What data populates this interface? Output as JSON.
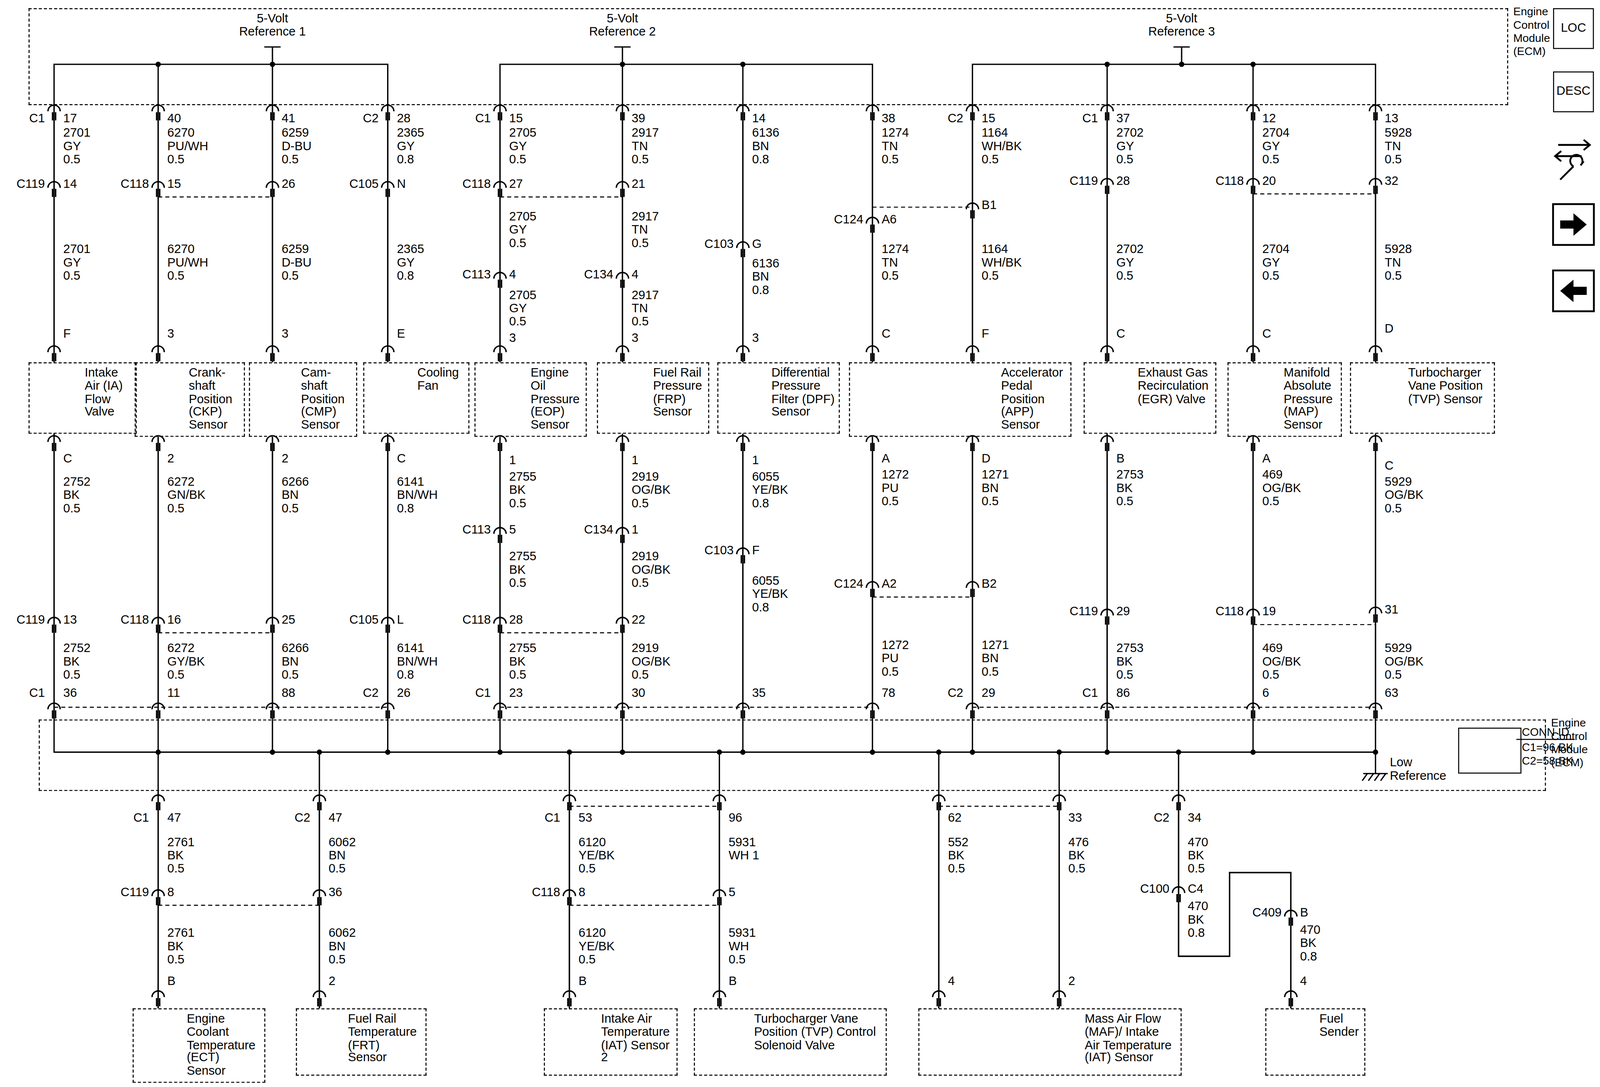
{
  "diagram": {
    "nodes": [
      {
        "text": [
          "Engine Control Module (ECM)"
        ]
      },
      {
        "text": [
          "Intake Air (IA) Flow Valve"
        ]
      },
      {
        "text": [
          "Crank- shaft Position (CKP) Sensor"
        ]
      },
      {
        "text": [
          "Cam- shaft Position (CMP) Sensor"
        ]
      },
      {
        "text": [
          "Cooling Fan"
        ]
      },
      {
        "text": [
          "Engine Oil Pressure (EOP) Sensor"
        ]
      },
      {
        "text": [
          "Fuel Rail Pressure (FRP) Sensor"
        ]
      },
      {
        "text": [
          "Differential Pressure Filter (DPF) Sensor"
        ]
      },
      {
        "text": [
          "Accelerator Pedal Position (APP) Sensor"
        ]
      },
      {
        "text": [
          "Exhaust Gas Recirculation (EGR) Valve"
        ]
      },
      {
        "text": [
          "Manifold Absolute Pressure (MAP) Sensor"
        ]
      },
      {
        "text": [
          "Turbocharger Vane Position (TVP) Sensor"
        ]
      },
      {
        "text": [
          "Engine Control Module (ECM)"
        ]
      },
      {
        "text": [
          "CONN ID",
          "C1=96 BK",
          "C2=58 BK"
        ],
        "in": 12
      },
      {
        "text": [
          "Engine Coolant Temperature (ECT) Sensor"
        ]
      },
      {
        "text": [
          "Fuel Rail Temperature (FRT) Sensor"
        ]
      },
      {
        "text": [
          "Intake Air Temperature (IAT) Sensor 2"
        ]
      },
      {
        "text": [
          "Turbocharger Vane Position (TVP) Control Solenoid Valve"
        ]
      },
      {
        "text": [
          "Mass Air Flow (MAF)/ Intake Air Temperature (IAT) Sensor"
        ]
      },
      {
        "text": [
          "Fuel Sender"
        ]
      },
      {
        "text": [
          "LOC"
        ]
      },
      {
        "text": [
          "DESC"
        ]
      }
    ],
    "edges": [
      {
        "from": 0,
        "to": 1,
        "arrow": "none"
      },
      {
        "from": 0,
        "to": 2,
        "arrow": "none"
      },
      {
        "from": 0,
        "to": 3,
        "arrow": "none"
      },
      {
        "from": 0,
        "to": 4,
        "arrow": "none"
      },
      {
        "from": 0,
        "to": 5,
        "arrow": "none"
      },
      {
        "from": 0,
        "to": 6,
        "arrow": "none"
      },
      {
        "from": 0,
        "to": 7,
        "arrow": "none"
      },
      {
        "from": 0,
        "to": 8,
        "arrow": "none"
      },
      {
        "from": 0,
        "to": 8,
        "arrow": "none"
      },
      {
        "from": 0,
        "to": 9,
        "arrow": "none"
      },
      {
        "from": 0,
        "to": 10,
        "arrow": "none"
      },
      {
        "from": 0,
        "to": 11,
        "arrow": "none"
      },
      {
        "from": 1,
        "to": 12,
        "arrow": "none"
      },
      {
        "from": 2,
        "to": 12,
        "arrow": "none"
      },
      {
        "from": 3,
        "to": 12,
        "arrow": "none"
      },
      {
        "from": 4,
        "to": 12,
        "arrow": "none"
      },
      {
        "from": 5,
        "to": 12,
        "arrow": "none"
      },
      {
        "from": 6,
        "to": 12,
        "arrow": "none"
      },
      {
        "from": 7,
        "to": 12,
        "arrow": "none"
      },
      {
        "from": 8,
        "to": 12,
        "arrow": "none"
      },
      {
        "from": 8,
        "to": 12,
        "arrow": "none"
      },
      {
        "from": 9,
        "to": 12,
        "arrow": "none"
      },
      {
        "from": 10,
        "to": 12,
        "arrow": "none"
      },
      {
        "from": 11,
        "to": 12,
        "arrow": "none"
      },
      {
        "from": 12,
        "to": 14,
        "arrow": "none"
      },
      {
        "from": 12,
        "to": 15,
        "arrow": "none"
      },
      {
        "from": 12,
        "to": 16,
        "arrow": "none"
      },
      {
        "from": 12,
        "to": 17,
        "arrow": "none"
      },
      {
        "from": 12,
        "to": 18,
        "arrow": "none"
      },
      {
        "from": 12,
        "to": 18,
        "arrow": "none"
      },
      {
        "from": 12,
        "to": 19,
        "arrow": "none"
      }
    ],
    "labels": [
      "5-Volt Reference 1",
      "5-Volt Reference 2",
      "5-Volt Reference 3",
      "C1",
      "17",
      "2701 GY 0.5",
      "C119",
      "14",
      "2701 GY 0.5",
      "F",
      "C",
      "2752 BK 0.5",
      "C119",
      "13",
      "2752 BK 0.5",
      "C1",
      "36",
      "40",
      "6270 PU/WH 0.5",
      "C118",
      "15",
      "6270 PU/WH 0.5",
      "3",
      "2",
      "6272 GN/BK 0.5",
      "C118",
      "16",
      "6272 GY/BK 0.5",
      "11",
      "41",
      "6259 D-BU 0.5",
      "26",
      "6259 D-BU 0.5",
      "3",
      "2",
      "6266 BN 0.5",
      "25",
      "6266 BN 0.5",
      "88",
      "C2",
      "28",
      "2365 GY 0.8",
      "C105",
      "N",
      "2365 GY 0.8",
      "E",
      "C",
      "6141 BN/WH 0.8",
      "C105",
      "L",
      "6141 BN/WH 0.8",
      "C2",
      "26",
      "C1",
      "15",
      "2705 GY 0.5",
      "C118",
      "27",
      "2705 GY 0.5",
      "C113",
      "4",
      "2705 GY 0.5",
      "3",
      "1",
      "2755 BK 0.5",
      "C113",
      "5",
      "2755 BK 0.5",
      "C118",
      "28",
      "2755 BK 0.5",
      "C1",
      "23",
      "39",
      "2917 TN 0.5",
      "21",
      "2917 TN 0.5",
      "C134",
      "4",
      "2917 TN 0.5",
      "3",
      "1",
      "2919 OG/BK 0.5",
      "C134",
      "1",
      "2919 OG/BK 0.5",
      "22",
      "2919 OG/BK 0.5",
      "30",
      "14",
      "6136 BN 0.8",
      "C103",
      "G",
      "6136 BN 0.8",
      "3",
      "1",
      "6055 YE/BK 0.8",
      "C103",
      "F",
      "6055 YE/BK 0.8",
      "35",
      "38",
      "1274 TN 0.5",
      "C124",
      "A6",
      "1274 TN 0.5",
      "C",
      "C2",
      "15",
      "1164 WH/BK 0.5",
      "B1",
      "1164 WH/BK 0.5",
      "F",
      "A",
      "1272 PU 0.5",
      "C124",
      "A2",
      "1272 PU 0.5",
      "78",
      "D",
      "1271 BN 0.5",
      "B2",
      "1271 BN 0.5",
      "C2",
      "29",
      "C1",
      "37",
      "2702 GY 0.5",
      "C119",
      "28",
      "2702 GY 0.5",
      "C",
      "B",
      "2753 BK 0.5",
      "C119",
      "29",
      "2753 BK 0.5",
      "C1",
      "86",
      "12",
      "2704 GY 0.5",
      "C118",
      "20",
      "2704 GY 0.5",
      "C",
      "A",
      "469 OG/BK 0.5",
      "C118",
      "19",
      "469 OG/BK 0.5",
      "6",
      "13",
      "5928 TN 0.5",
      "32",
      "5928 TN 0.5",
      "D",
      "C",
      "5929 OG/BK 0.5",
      "31",
      "5929 OG/BK 0.5",
      "63",
      "Low Reference",
      "C1",
      "47",
      "2761 BK 0.5",
      "C119",
      "8",
      "2761 BK 0.5",
      "B",
      "C2",
      "47",
      "6062 BN 0.5",
      "36",
      "6062 BN 0.5",
      "2",
      "C1",
      "53",
      "6120 YE/BK 0.5",
      "C118",
      "8",
      "6120 YE/BK 0.5",
      "B",
      "96",
      "5931 WH 1",
      "5",
      "5931 WH 0.5",
      "B",
      "62",
      "552 BK 0.5",
      "4",
      "33",
      "476 BK 0.5",
      "2",
      "C2",
      "34",
      "470 BK 0.5",
      "C100",
      "C4",
      "470 BK 0.8",
      "C409",
      "B",
      "470 BK 0.8",
      "4"
    ]
  }
}
